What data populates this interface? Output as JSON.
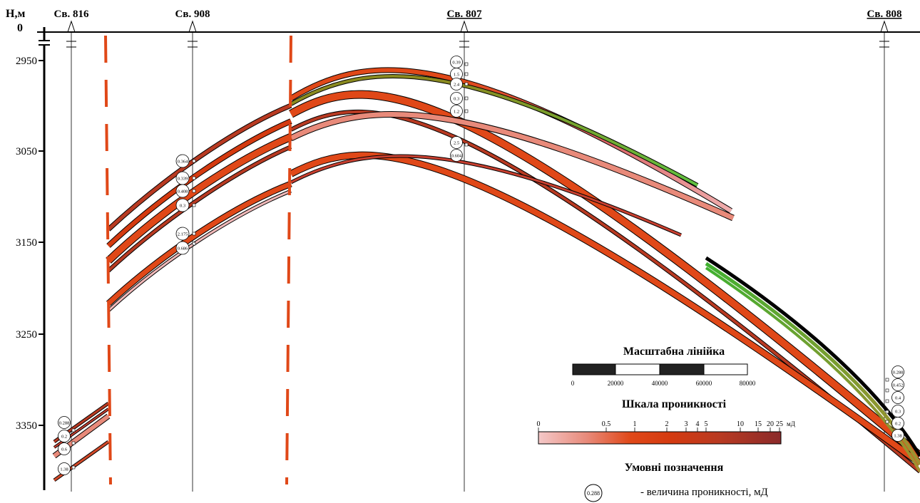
{
  "axis": {
    "label": "Н,м",
    "zero_label": "0",
    "ticks": [
      "2950",
      "3050",
      "3150",
      "3250",
      "3350"
    ]
  },
  "wells": [
    {
      "name": "Св. 816",
      "underlined": false
    },
    {
      "name": "Св. 908",
      "underlined": false
    },
    {
      "name": "Св. 807",
      "underlined": true
    },
    {
      "name": "Св. 808",
      "underlined": true
    }
  ],
  "labels_908": [
    "0.364",
    "0.339",
    "0.408",
    "0.3",
    "2.175",
    "0.686"
  ],
  "labels_807": [
    "0.39",
    "1.5",
    "2.4",
    "0.3",
    "1.2",
    "2.5",
    "0.604"
  ],
  "labels_816": [
    "0.288",
    "0.2",
    "0.6",
    "1.38"
  ],
  "labels_808": [
    "0.288",
    "0.452",
    "0.4",
    "0.3",
    "0.2",
    "1.38"
  ],
  "scale_bar": {
    "title": "Масштабна лінійка",
    "ticks": [
      "0",
      "20000",
      "40000",
      "60000",
      "80000"
    ]
  },
  "perm_scale": {
    "title": "Шкала проникності",
    "ticks": [
      "0",
      "0.5",
      "1",
      "2",
      "3",
      "4",
      "5",
      "10",
      "15",
      "20",
      "25"
    ],
    "unit": "мД",
    "colors": [
      "#f4c8c8",
      "#e88a7a",
      "#e04818",
      "#d43a10",
      "#b83a22",
      "#8b2a2a"
    ]
  },
  "legend": {
    "title": "Умовні позначення",
    "sample_value": "0.288",
    "description": "-   величина проникності, мД"
  }
}
